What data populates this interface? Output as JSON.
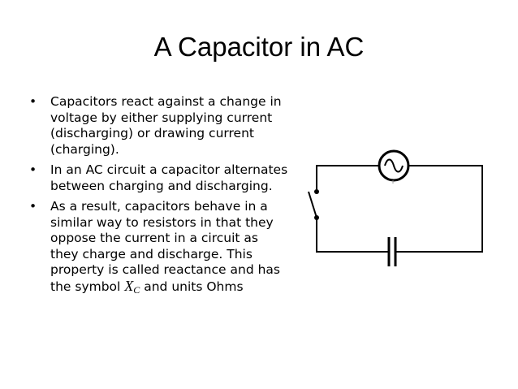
{
  "slide": {
    "title": "A Capacitor in AC",
    "bullet_char": "•",
    "bullets": [
      "Capacitors react against a change in voltage by either supplying current (discharging) or drawing current (charging).",
      "In an AC circuit a capacitor alternates between charging and discharging.",
      "As a result, capacitors behave in a similar way to resistors in that they oppose the current in a circuit as they charge and discharge. This property is called reactance and has the symbol"
    ],
    "symbol_letter": "X",
    "symbol_sub": "C",
    "bullet3_tail": "and units Ohms"
  },
  "icons": {
    "ac_source": "ac-source-icon",
    "switch": "switch-icon",
    "capacitor": "capacitor-icon"
  }
}
